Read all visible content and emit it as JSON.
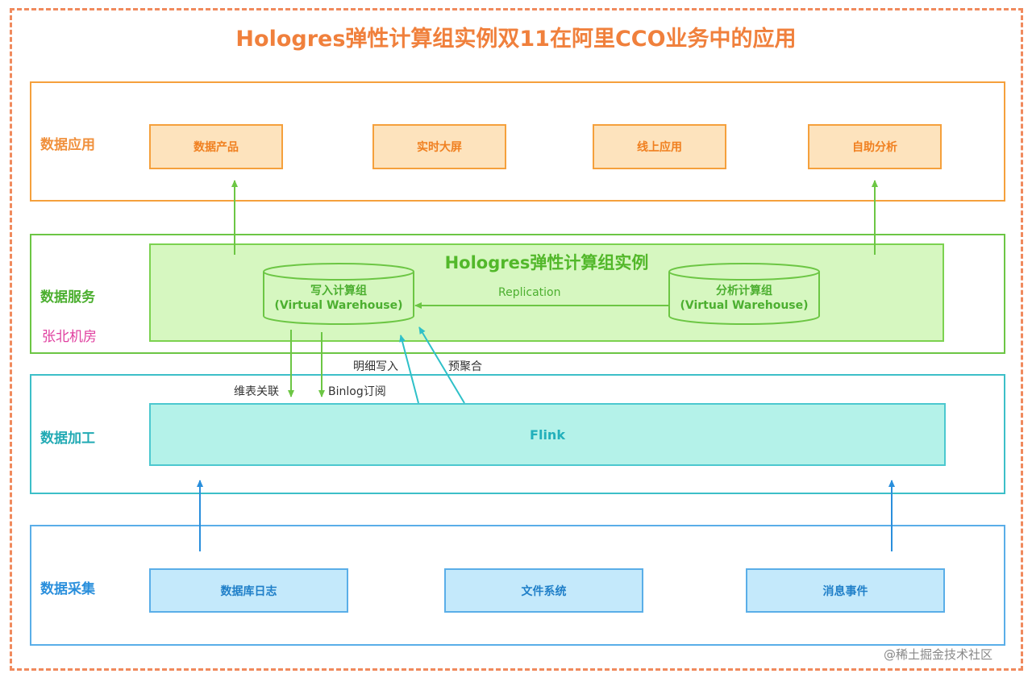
{
  "title": "Hologres弹性计算组实例双11在阿里CCO业务中的应用",
  "layers": {
    "application": {
      "label": "数据应用",
      "items": [
        "数据产品",
        "实时大屏",
        "线上应用",
        "自助分析"
      ]
    },
    "service": {
      "label": "数据服务",
      "datacenter": "张北机房",
      "instance_title": "Hologres弹性计算组实例",
      "write_group": {
        "line1": "写入计算组",
        "line2": "(Virtual Warehouse)"
      },
      "analysis_group": {
        "line1": "分析计算组",
        "line2": "(Virtual Warehouse)"
      },
      "replication_label": "Replication"
    },
    "processing": {
      "label": "数据加工",
      "engine": "Flink"
    },
    "collection": {
      "label": "数据采集",
      "items": [
        "数据库日志",
        "文件系统",
        "消息事件"
      ]
    }
  },
  "edges": {
    "dim_join": "维表关联",
    "binlog_sub": "Binlog订阅",
    "detail_write": "明细写入",
    "pre_agg": "预聚合"
  },
  "colors": {
    "application": "#f5a03c",
    "service": "#6cc644",
    "processing": "#3cbfc8",
    "collection": "#5aaee8",
    "title": "#f0803c"
  },
  "watermark": "@稀土掘金技术社区"
}
